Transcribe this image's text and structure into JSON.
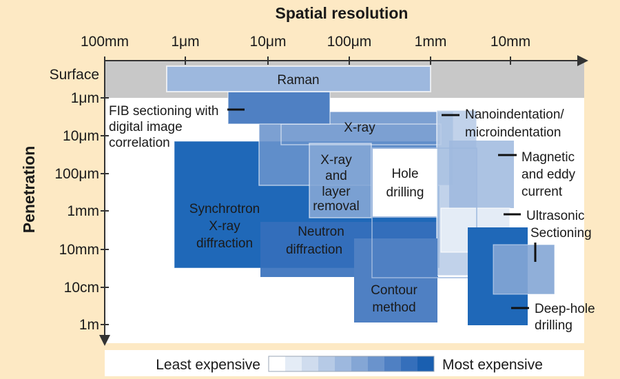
{
  "title": "Spatial resolution",
  "y_axis_title": "Penetration",
  "x_ticks": [
    "100mm",
    "1μm",
    "10μm",
    "100μm",
    "1mm",
    "10mm"
  ],
  "y_ticks": [
    "Surface",
    "1μm",
    "10μm",
    "100μm",
    "1mm",
    "10mm",
    "10cm",
    "1m"
  ],
  "methods": {
    "raman": [
      "Raman"
    ],
    "fib": [
      "FIB sectioning with",
      "digital image",
      "correlation"
    ],
    "xray": [
      "X-ray"
    ],
    "xray_layer": [
      "X-ray",
      "and",
      "layer",
      "removal"
    ],
    "hole": [
      "Hole",
      "drilling"
    ],
    "synchrotron": [
      "Synchrotron",
      "X-ray",
      "diffraction"
    ],
    "neutron": [
      "Neutron",
      "diffraction"
    ],
    "contour": [
      "Contour",
      "method"
    ],
    "nano": [
      "Nanoindentation/",
      "microindentation"
    ],
    "magnetic": [
      "Magnetic",
      "and eddy",
      "current"
    ],
    "ultrasonic": [
      "Ultrasonic"
    ],
    "sectioning": [
      "Sectioning"
    ],
    "deephole": [
      "Deep-hole",
      "drilling"
    ]
  },
  "legend": {
    "least": "Least expensive",
    "most": "Most expensive",
    "scale_colors": [
      "#ffffff",
      "#e4ecf6",
      "#cfdcee",
      "#b6cae6",
      "#9db8de",
      "#84a6d5",
      "#6a93cc",
      "#4f80c3",
      "#356fbb",
      "#1a5fb0"
    ]
  },
  "colors": {
    "background": "#fde9c4",
    "surface_band": "#c8c8c8",
    "raman": "#9db8de",
    "fib": "#4f80c3",
    "xray": "#6a93cc",
    "synchrotron": "#1f68b8",
    "neutron": "#356fbb",
    "contour": "#4f80c3",
    "nano": "#b6cae6",
    "magnetic": "#9db8de",
    "deephole": "#1f68b8",
    "sectioning": "#84a6d5"
  }
}
